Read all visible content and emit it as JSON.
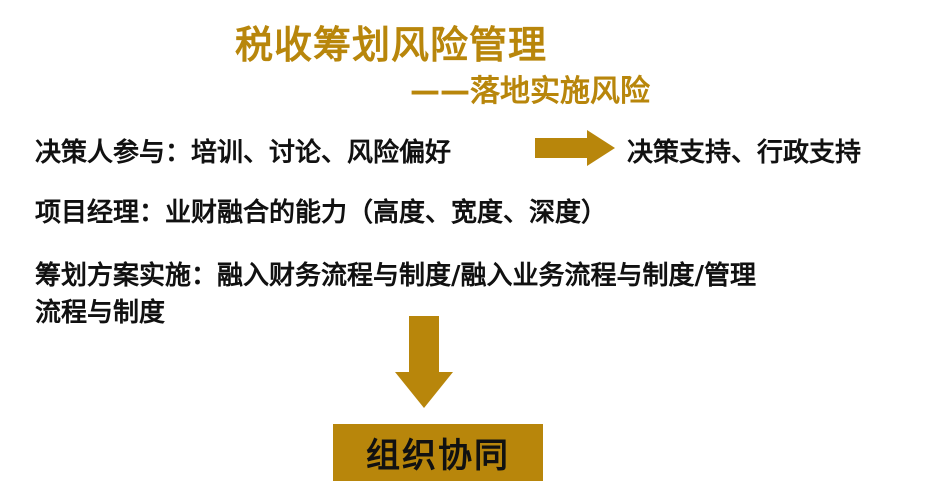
{
  "header": {
    "title": "税收筹划风险管理",
    "subtitle": "——落地实施风险"
  },
  "lines": {
    "decision_makers": "决策人参与：培训、讨论、风险偏好",
    "decision_support": "决策支持、行政支持",
    "project_manager": "项目经理：业财融合的能力（高度、宽度、深度）",
    "plan_implementation_line1": "筹划方案实施：融入财务流程与制度/融入业务流程与制度/管理",
    "plan_implementation_line2": "流程与制度"
  },
  "box": {
    "label": "组织协同"
  },
  "colors": {
    "accent": "#b8860b",
    "text": "#111111",
    "background": "#ffffff"
  },
  "icons": {
    "right_arrow": "arrow-right-icon",
    "down_arrow": "arrow-down-icon"
  }
}
